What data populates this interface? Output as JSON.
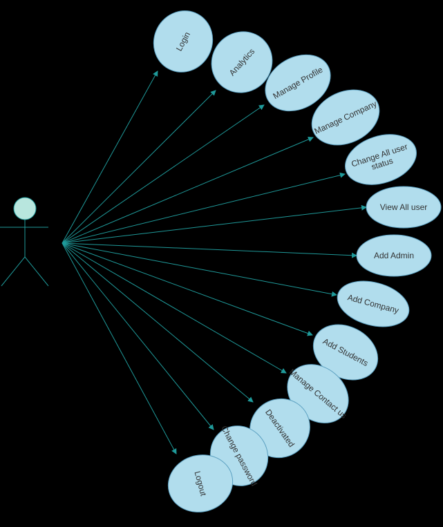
{
  "diagram": {
    "colors": {
      "background": "#000000",
      "ellipse_fill": "#b1dded",
      "ellipse_stroke": "#5a9fc0",
      "actor_head_fill": "#b8e6de",
      "actor_stroke": "#1f9a9a",
      "arrow": "#1f9a9a",
      "text": "#333333"
    },
    "actor": {
      "label": ""
    },
    "use_cases": [
      {
        "id": "login",
        "lines": [
          "Login"
        ]
      },
      {
        "id": "analytics",
        "lines": [
          "Analytics"
        ]
      },
      {
        "id": "manage-profile",
        "lines": [
          "Manage Profile"
        ]
      },
      {
        "id": "manage-company",
        "lines": [
          "Manage Company"
        ]
      },
      {
        "id": "change-all-user-status",
        "lines": [
          "Change All user",
          "status"
        ]
      },
      {
        "id": "view-all-user",
        "lines": [
          "View All user"
        ]
      },
      {
        "id": "add-admin",
        "lines": [
          "Add Admin"
        ]
      },
      {
        "id": "add-company",
        "lines": [
          "Add Company"
        ]
      },
      {
        "id": "add-students",
        "lines": [
          "Add Students"
        ]
      },
      {
        "id": "manage-contact-us",
        "lines": [
          "Manage Contact us"
        ]
      },
      {
        "id": "deactivated",
        "lines": [
          "Deactivated"
        ]
      },
      {
        "id": "change-password",
        "lines": [
          "Change password"
        ]
      },
      {
        "id": "logout",
        "lines": [
          "Logout"
        ]
      }
    ]
  }
}
